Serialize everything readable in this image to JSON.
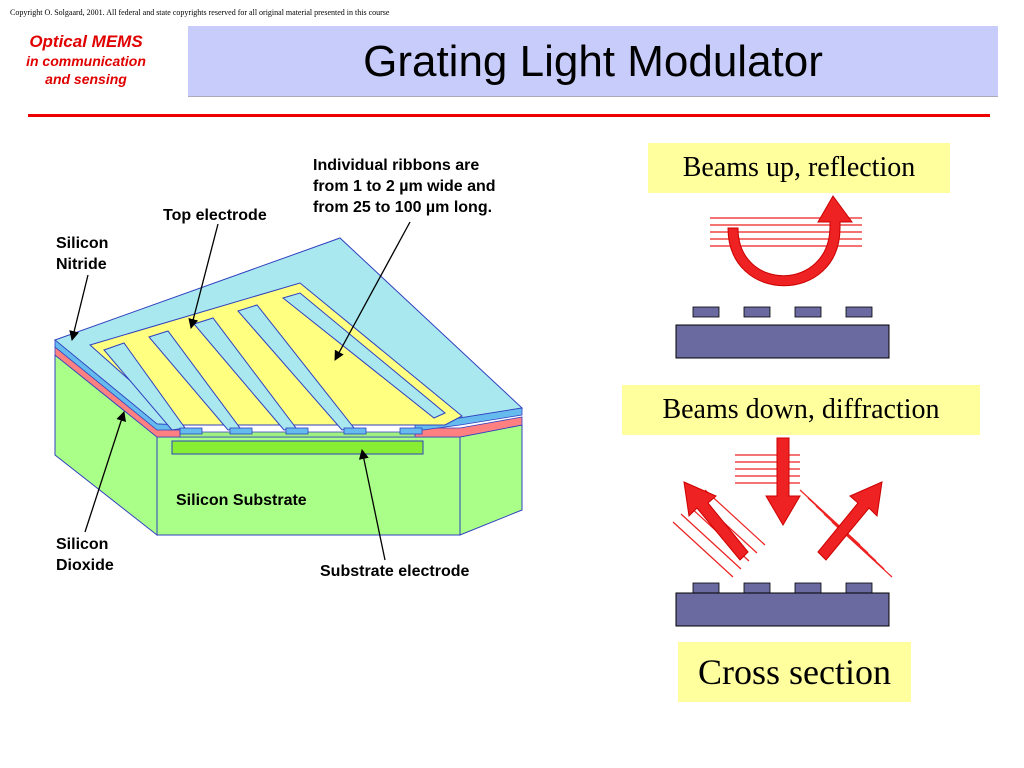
{
  "copyright": "Copyright O. Solgaard, 2001. All federal and state copyrights reserved for all original material presented in this course",
  "brand": {
    "line1": "Optical MEMS",
    "line2": "in communication",
    "line3": "and sensing",
    "color": "#e00000"
  },
  "title": "Grating Light Modulator",
  "labels": {
    "silicon_nitride_1": "Silicon",
    "silicon_nitride_2": "Nitride",
    "top_electrode": "Top electrode",
    "ribbons_1": "Individual ribbons are",
    "ribbons_2": "from 1 to 2 µm wide and",
    "ribbons_3": "from  25 to 100 µm long.",
    "silicon_substrate": "Silicon Substrate",
    "silicon_dioxide_1": "Silicon",
    "silicon_dioxide_2": "Dioxide",
    "substrate_electrode": "Substrate electrode"
  },
  "panels": {
    "reflection": "Beams up, reflection",
    "diffraction": "Beams down, diffraction",
    "cross_section": "Cross section"
  },
  "colors": {
    "title_bg": "#c8ccfa",
    "rule": "#ee0000",
    "nitride": "#a8e8ee",
    "electrode": "#ffff80",
    "substrate": "#aaff88",
    "oxide": "#ff8080",
    "cross_section_block": "#6a6aa0",
    "beam": "#ee2222",
    "label_bg": "#ffff9e"
  }
}
